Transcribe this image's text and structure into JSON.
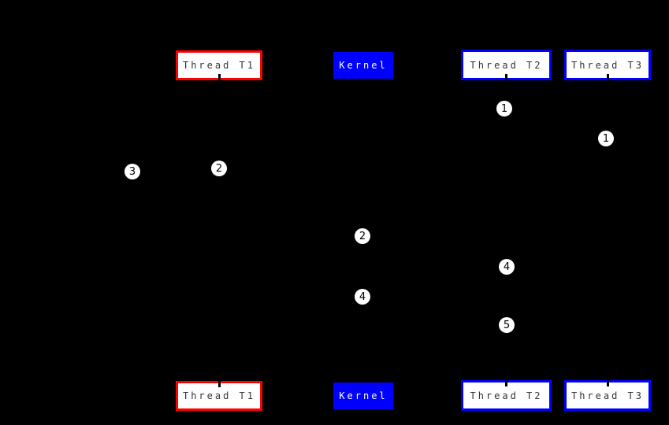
{
  "diagram": {
    "type": "thread-scheduling-sequence-diagram",
    "background": "#000000",
    "colors": {
      "thread_t1_accent": "#ff0000",
      "thread_t2_accent": "#0000ff",
      "thread_t3_accent": "#0000ff",
      "kernel_fill": "#0000ff",
      "box_fill": "#ffffff",
      "box_text": "#333333",
      "kernel_text": "#ffffff",
      "marker_fill": "#ffffff",
      "marker_text": "#000000"
    },
    "lanes": [
      {
        "label": "Thread T1",
        "style": "red-border"
      },
      {
        "label": "Kernel",
        "style": "blue-filled"
      },
      {
        "label": "Thread T2",
        "style": "blue-border"
      },
      {
        "label": "Thread T3",
        "style": "blue-border"
      }
    ],
    "markers": [
      {
        "label": "1",
        "lane": "Thread T2"
      },
      {
        "label": "1",
        "lane": "Thread T3"
      },
      {
        "label": "2",
        "lane": "Thread T1"
      },
      {
        "label": "3",
        "lane": "left-of-Thread-T1"
      },
      {
        "label": "2",
        "lane": "Kernel"
      },
      {
        "label": "4",
        "lane": "Kernel"
      },
      {
        "label": "4",
        "lane": "Thread T2"
      },
      {
        "label": "5",
        "lane": "Thread T2"
      }
    ]
  }
}
